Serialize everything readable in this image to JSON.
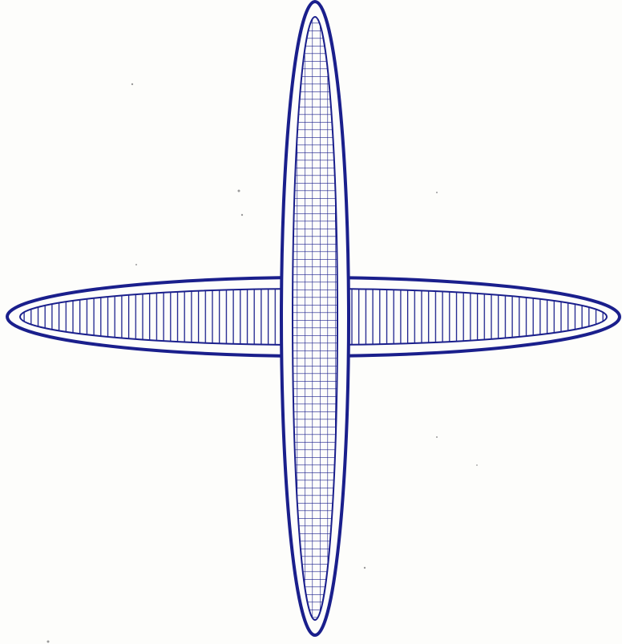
{
  "figure": {
    "shapes": [
      {
        "name": "horizontal-ellipse",
        "orientation": "horizontal",
        "fill_pattern": "vertical-lines"
      },
      {
        "name": "vertical-ellipse",
        "orientation": "vertical",
        "fill_pattern": "grid"
      }
    ],
    "colors": {
      "outline": "#1a1f8c",
      "hatch": "#1a1f8c",
      "background": "#fdfdfb"
    }
  }
}
